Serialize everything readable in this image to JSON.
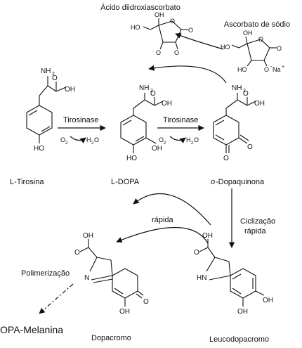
{
  "labels": {
    "dhaa": "Ácido diidroxiascorbato",
    "ascorbate": "Ascorbato de sódio",
    "ltyr": "L-Tirosina",
    "ldopa": "L-DOPA",
    "odopa_prefix": "o",
    "odopa_rest": "-Dopaquinona",
    "dopachrome": "Dopacromo",
    "leuco": "Leucodopacromo",
    "melanin": "OPA-Melanina",
    "polymer": "Polimerização",
    "cycl1": "Ciclização",
    "cycl2": "rápida",
    "rapida": "rápida"
  },
  "enzyme": {
    "tyr1": "Tirosinase",
    "tyr2": "Tirosinase"
  },
  "sub": {
    "o2a": "O",
    "o2b": "O",
    "h2oa": "H",
    "h2ob": "H",
    "o2sub": "2",
    "h2sub": "2",
    "o": "O"
  },
  "atoms": {
    "nh2": "NH",
    "nh2sub": "2",
    "oh": "OH",
    "ho": "HO",
    "o": "O",
    "n": "N",
    "hn": "HN",
    "na": "Na",
    "plus": "+",
    "minus": "-"
  }
}
